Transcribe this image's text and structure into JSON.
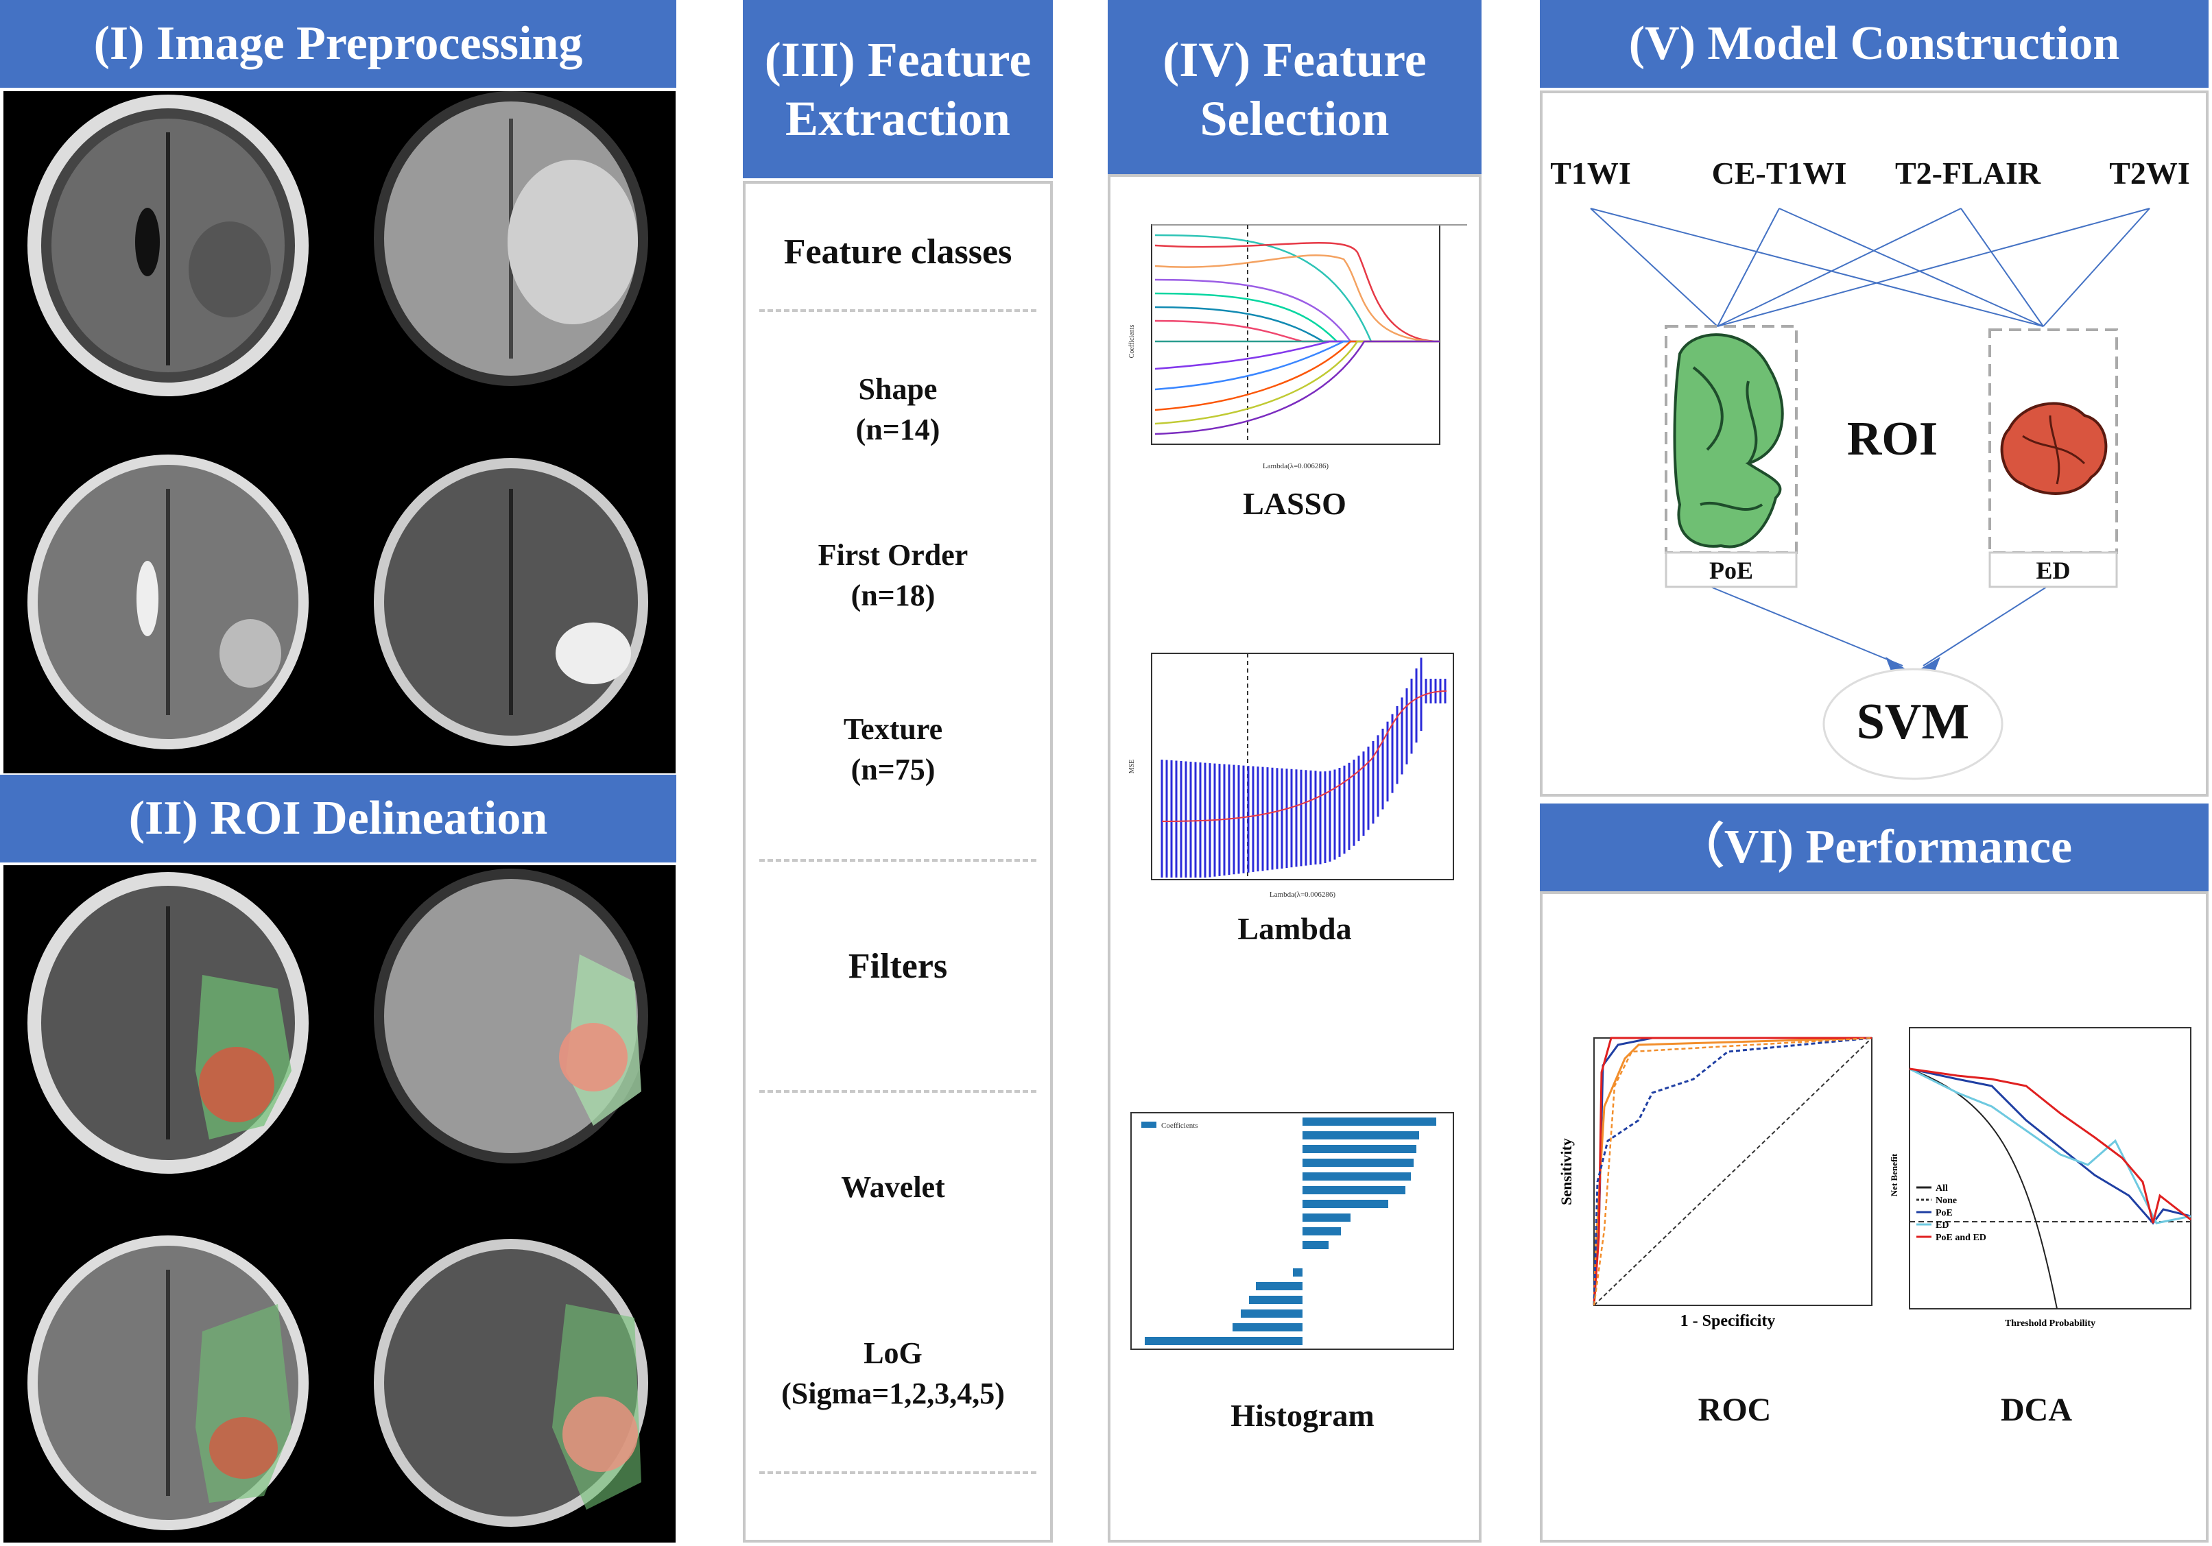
{
  "colors": {
    "header": "#4472C4",
    "mask_poe": "#6fbf73",
    "mask_ed": "#d9553f",
    "roc_line": "#1f3fa3"
  },
  "sections": {
    "s1": "(I) Image Preprocessing",
    "s2": "(II) ROI Delineation",
    "s3": "(III) Feature\nExtraction",
    "s4": "(IV) Feature\nSelection",
    "s5": "(V) Model Construction",
    "s6": "（VI) Performance"
  },
  "extraction": {
    "feature_classes": "Feature classes",
    "shape": "Shape\n(n=14)",
    "first_order": "First Order\n(n=18)",
    "texture": "Texture\n(n=75)",
    "filters": "Filters",
    "wavelet": "Wavelet",
    "log": "LoG\n(Sigma=1,2,3,4,5)"
  },
  "selection": {
    "lasso": "LASSO",
    "lambda": "Lambda",
    "histogram": "Histogram",
    "lasso_ylabel": "Coefficients",
    "lasso_xlabel": "Lambda(λ=0.006286)",
    "lambda_ylabel": "MSE",
    "lambda_xlabel": "Lambda(λ=0.006286)",
    "hist_legend": "Coefficients"
  },
  "model": {
    "seq1": "T1WI",
    "seq2": "CE-T1WI",
    "seq3": "T2-FLAIR",
    "seq4": "T2WI",
    "roi": "ROI",
    "poe": "PoE",
    "ed": "ED",
    "svm": "SVM"
  },
  "performance": {
    "roc": "ROC",
    "dca": "DCA",
    "roc_xlabel": "1 - Specificity",
    "roc_ylabel": "Sensitivity",
    "dca_xlabel": "Threshold Probability",
    "dca_ylabel": "Net Benefit",
    "dca_legend": [
      "All",
      "None",
      "PoE",
      "ED",
      "PoE and ED"
    ]
  }
}
